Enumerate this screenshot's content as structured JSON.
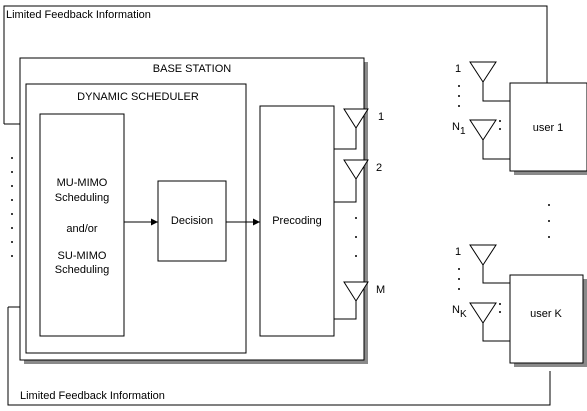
{
  "feedback_top_label": "Limited Feedback Information",
  "feedback_bottom_label": "Limited Feedback Information",
  "base_station_title": "BASE STATION",
  "scheduler_title": "DYNAMIC SCHEDULER",
  "scheduling_block": {
    "line1": "MU-MIMO",
    "line2": "Scheduling",
    "line3": "and/or",
    "line4": "SU-MIMO",
    "line5": "Scheduling"
  },
  "decision_label": "Decision",
  "precoding_label": "Precoding",
  "tx_antennas": {
    "first": "1",
    "second": "2",
    "last": "M"
  },
  "users": [
    {
      "label": "user 1",
      "first_antenna": "1",
      "last_antenna_base": "N",
      "last_antenna_sub": "1"
    },
    {
      "label": "user K",
      "first_antenna": "1",
      "last_antenna_base": "N",
      "last_antenna_sub": "K"
    }
  ]
}
